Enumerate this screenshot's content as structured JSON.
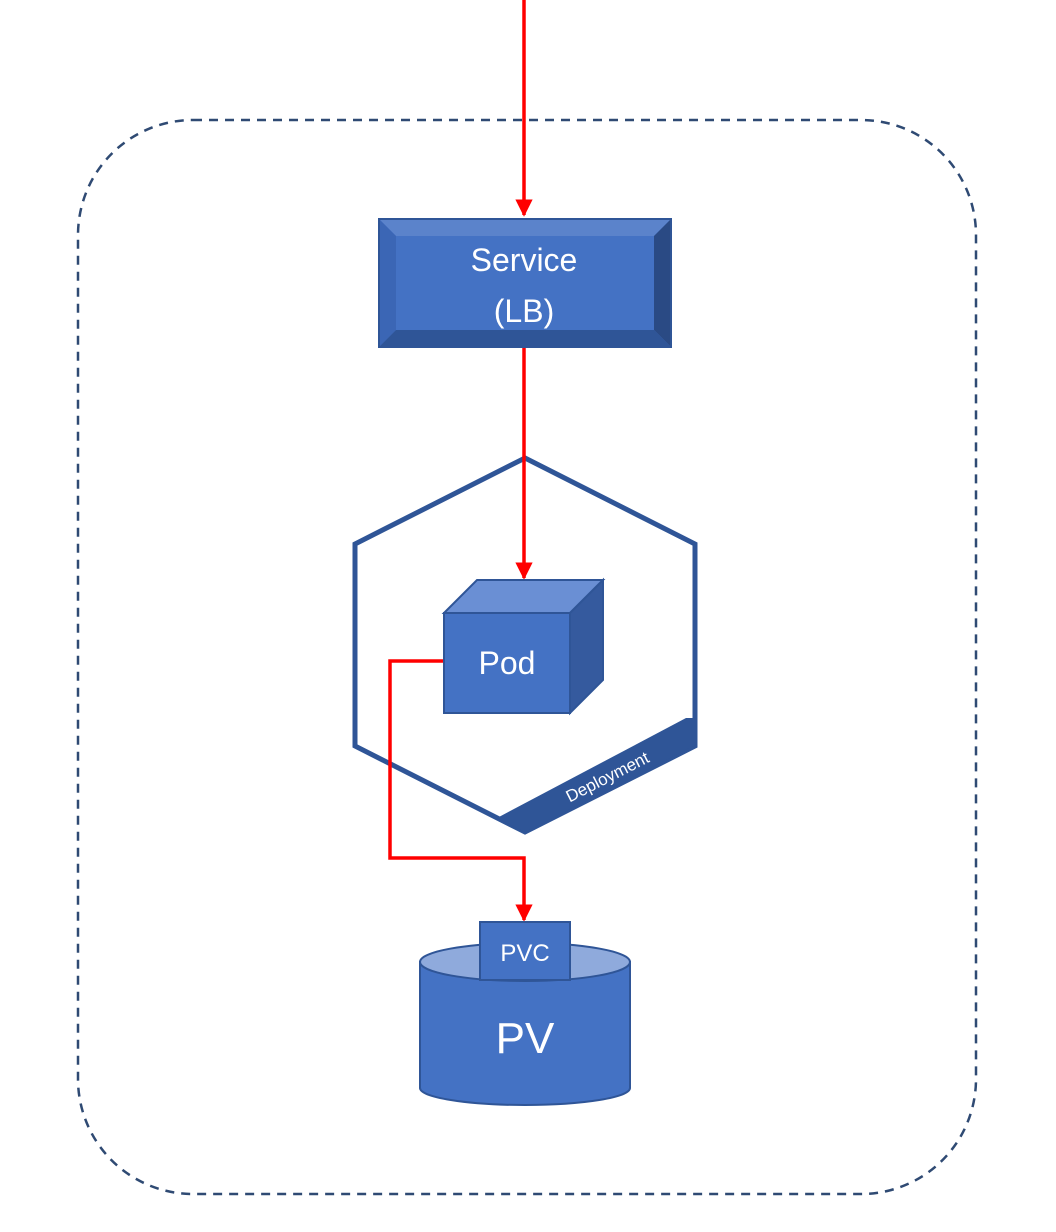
{
  "nodes": {
    "service": {
      "line1": "Service",
      "line2": "(LB)"
    },
    "deployment": {
      "label": "Deployment"
    },
    "pod": {
      "label": "Pod"
    },
    "pvc": {
      "label": "PVC"
    },
    "pv": {
      "label": "PV"
    }
  },
  "colors": {
    "boundary": "#2f4a73",
    "connector": "#ff0000",
    "service_face": "#4472c4",
    "service_bevel_top": "#5b83cb",
    "service_bevel_dark": "#2a4a84",
    "deployment_stroke": "#2f5597",
    "pod_front": "#4472c4",
    "pod_top": "#6a8fd4",
    "pod_side": "#355a9e",
    "cylinder_body": "#4472c4",
    "cylinder_top": "#8faadc",
    "text": "#ffffff"
  }
}
